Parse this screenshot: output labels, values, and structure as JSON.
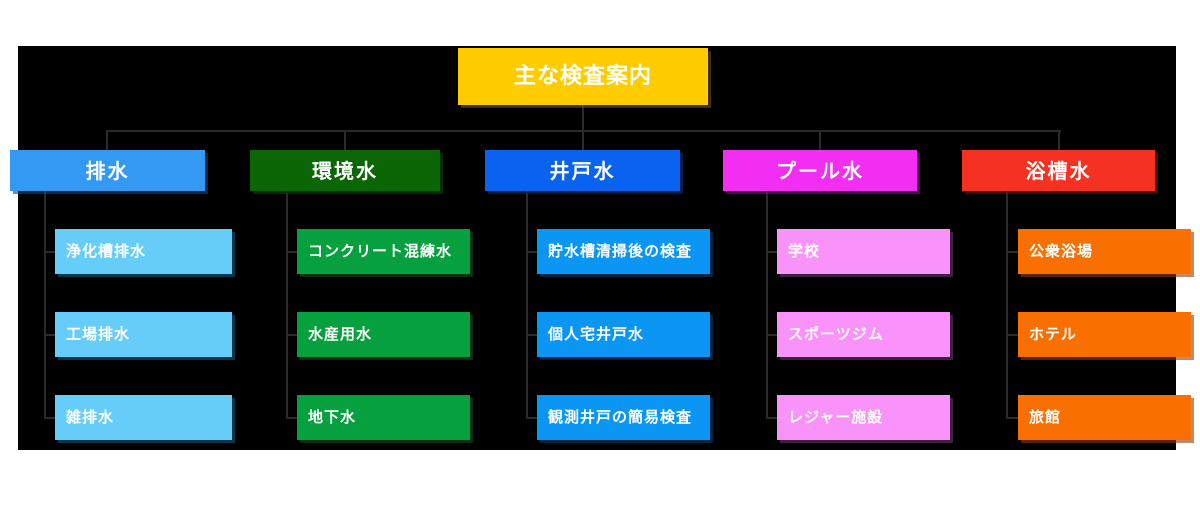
{
  "diagram": {
    "title": "主な検査案内",
    "background_color": "#000000",
    "page_background": "#ffffff",
    "title_box_color": "#FFCC00",
    "connector_color": "#2b2b2b",
    "categories": [
      {
        "label": "排水",
        "color": "#3399F3",
        "child_color": "#66CCF8",
        "children": [
          "浄化槽排水",
          "工場排水",
          "雑排水"
        ]
      },
      {
        "label": "環境水",
        "color": "#0B6606",
        "child_color": "#07A03F",
        "children": [
          "コンクリート混練水",
          "水産用水",
          "地下水"
        ]
      },
      {
        "label": "井戸水",
        "color": "#0A62F0",
        "child_color": "#0A96F2",
        "children": [
          "貯水槽清掃後の検査",
          "個人宅井戸水",
          "観測井戸の簡易検査"
        ]
      },
      {
        "label": "プール水",
        "color": "#F12EF1",
        "child_color": "#F993F9",
        "children": [
          "学校",
          "スポーツジム",
          "レジャー施設"
        ]
      },
      {
        "label": "浴槽水",
        "color": "#F53122",
        "child_color": "#FA7000",
        "children": [
          "公衆浴場",
          "ホテル",
          "旅館"
        ]
      }
    ]
  }
}
